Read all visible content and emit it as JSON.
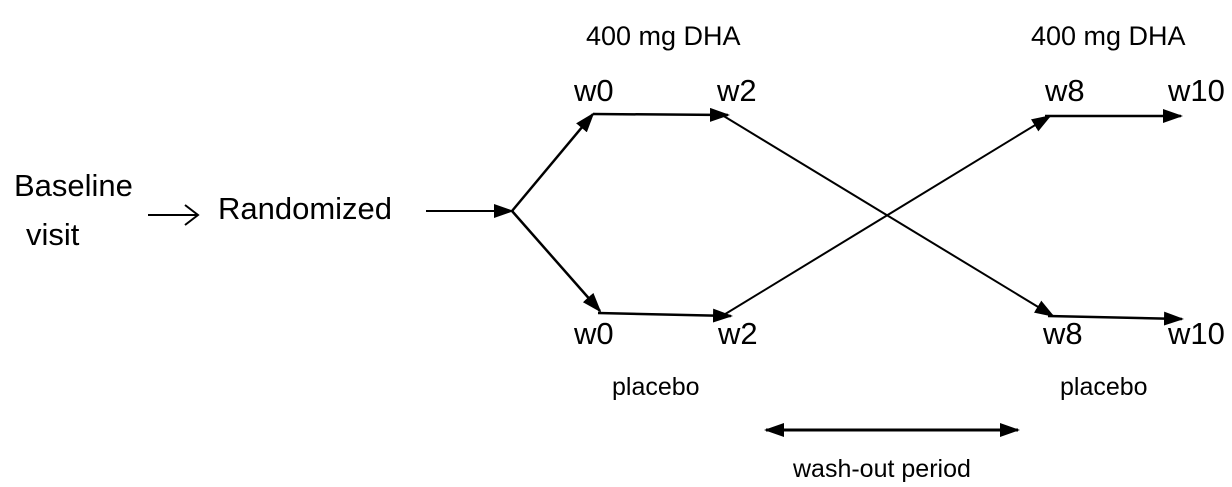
{
  "labels": {
    "baseline_line1": "Baseline",
    "baseline_line2": "visit",
    "randomized": "Randomized",
    "dose_top_left": "400 mg  DHA",
    "dose_top_right": "400 mg  DHA",
    "placebo_bottom_left": "placebo",
    "placebo_bottom_right": "placebo",
    "washout": "wash-out period"
  },
  "timepoints": {
    "top_w0": "w0",
    "top_w2": "w2",
    "top_w8": "w8",
    "top_w10": "w10",
    "bottom_w0": "w0",
    "bottom_w2": "w2",
    "bottom_w8": "w8",
    "bottom_w10": "w10"
  },
  "colors": {
    "ink": "#000000",
    "background": "#ffffff"
  }
}
